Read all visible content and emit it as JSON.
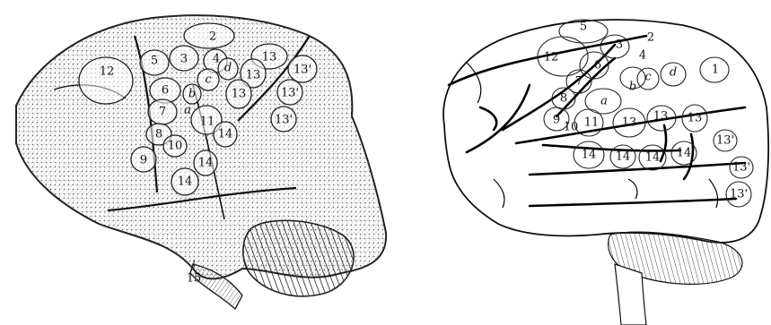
{
  "left_brain": {
    "labels": {
      "l1": "2",
      "l2": "5",
      "l3": "3",
      "l4": "4",
      "l5": "12",
      "l6": "6",
      "l7": "c",
      "l8": "d",
      "l9": "13",
      "l10": "13'",
      "l11": "b",
      "l12": "13",
      "l13": "13'",
      "l14": "7",
      "l15": "a",
      "l16": "11",
      "l17": "13",
      "l18": "13'",
      "l19": "8",
      "l20": "14",
      "l21": "9",
      "l22": "10",
      "l23": "14",
      "l24": "14",
      "l25": "15"
    }
  },
  "right_brain": {
    "labels": {
      "r1": "5",
      "r2": "3",
      "r3": "2",
      "r4": "12",
      "r5": "6",
      "r6": "4",
      "r7": "7",
      "r8": "b",
      "r9": "c",
      "r10": "d",
      "r11": "1",
      "r12": "8",
      "r13": "a",
      "r14": "9",
      "r15": "10",
      "r16": "11",
      "r17": "13",
      "r18": "13",
      "r19": "13",
      "r20": "13'",
      "r21": "14",
      "r22": "14",
      "r23": "14",
      "r24": "14",
      "r25": "13'",
      "r26": "13'"
    }
  }
}
